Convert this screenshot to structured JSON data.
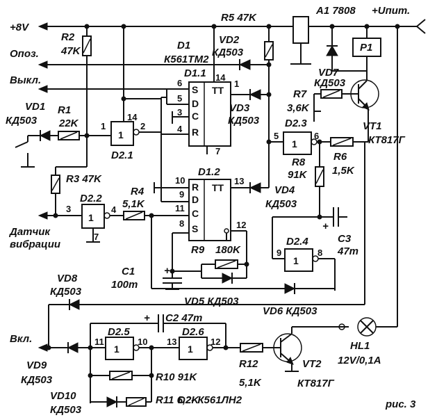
{
  "figure_caption": "рис. 3",
  "rails": {
    "plus8v": "+8V",
    "upit": "+Uпит."
  },
  "inputs": {
    "opoz": "Опоз.",
    "vykl": "Выкл.",
    "vkl": "Вкл.",
    "sensor_line1": "Датчик",
    "sensor_line2": "вибрации"
  },
  "chips": {
    "D1": "D1",
    "D1_type": "К561ТМ2",
    "D1_1": "D1.1",
    "D1_2": "D1.2",
    "TT": "TT",
    "D2_1": "D2.1",
    "D2_2": "D2.2",
    "D2_3": "D2.3",
    "D2_4": "D2.4",
    "D2_5": "D2.5",
    "D2_6": "D2.6",
    "D2_note": "D2- К561ЛН2",
    "gate_symbol": "1",
    "ff_pins": {
      "S": "S",
      "D": "D",
      "C": "C",
      "R": "R"
    },
    "regulator": "A1 7808"
  },
  "pins": {
    "p1": "1",
    "p2": "2",
    "p3": "3",
    "p4": "4",
    "p5": "5",
    "p6": "6",
    "p7": "7",
    "p8": "8",
    "p9": "9",
    "p10": "10",
    "p11": "11",
    "p12": "12",
    "p13": "13",
    "p14": "14"
  },
  "resistors": {
    "R1": "R1",
    "R1v": "22K",
    "R2": "R2",
    "R2v": "47K",
    "R3": "R3 47K",
    "R4": "R4",
    "R4v": "5,1K",
    "R5": "R5 47K",
    "R6": "R6",
    "R6v": "1,5K",
    "R7": "R7",
    "R7v": "3,6K",
    "R8": "R8",
    "R8v": "91K",
    "R9": "R9",
    "R9v": "180K",
    "R10": "R10 91K",
    "R11": "R11 6,2K",
    "R12": "R12",
    "R12v": "5,1K"
  },
  "diodes": {
    "VD1": "VD1",
    "VD1t": "КД503",
    "VD2": "VD2",
    "VD2t": "КД503",
    "VD3": "VD3",
    "VD3t": "КД503",
    "VD4": "VD4",
    "VD4t": "КД503",
    "VD5": "VD5  КД503",
    "VD6": "VD6 КД503",
    "VD7": "VD7",
    "VD7t": "КД503",
    "VD8": "VD8",
    "VD8t": "КД503",
    "VD9": "VD9",
    "VD9t": "КД503",
    "VD10": "VD10",
    "VD10t": "КД503"
  },
  "capacitors": {
    "C1": "C1",
    "C1v": "100m",
    "C2": "C2 47m",
    "C3": "C3",
    "C3v": "47m",
    "plus": "+"
  },
  "transistors": {
    "VT1": "VT1",
    "VT1t": "КТ817Г",
    "VT2": "VT2",
    "VT2t": "КТ817Г"
  },
  "relay": "P1",
  "lamp": {
    "name": "HL1",
    "rating": "12V/0,1A"
  }
}
